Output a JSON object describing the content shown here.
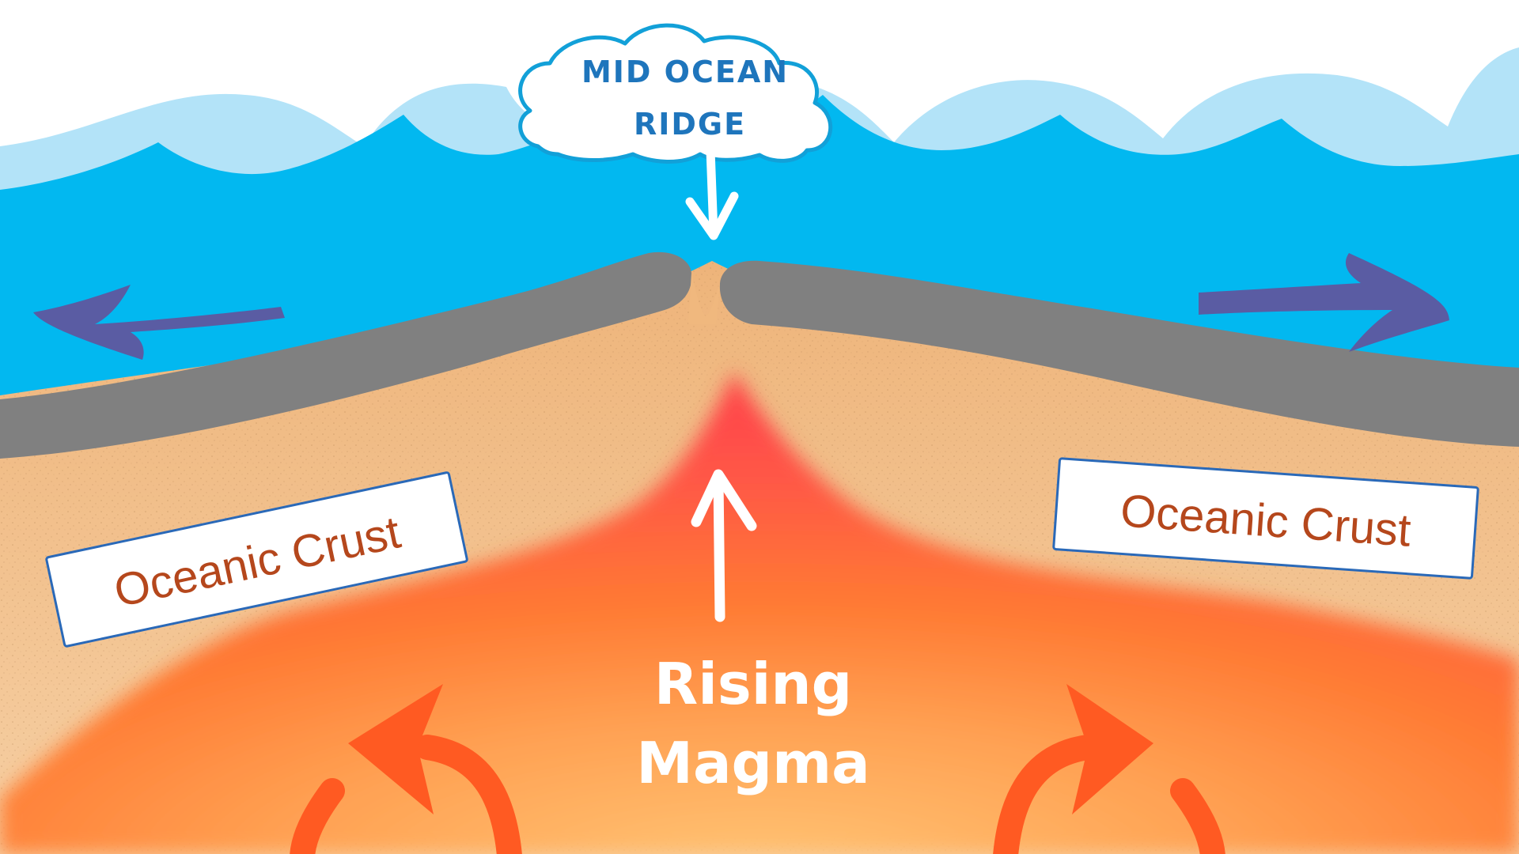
{
  "title_cloud": {
    "line1": "MID OCEAN",
    "line2": "RIDGE"
  },
  "crust_labels": {
    "left": "Oceanic Crust",
    "right": "Oceanic Crust"
  },
  "magma_label": {
    "line1": "Rising",
    "line2": "Magma"
  },
  "icons": {
    "pointer": "arrow-down-icon",
    "spread_left": "arrow-left-icon",
    "spread_right": "arrow-right-icon",
    "magma_up": "arrow-up-icon",
    "convection_left": "curved-arrow-icon",
    "convection_right": "curved-arrow-icon"
  },
  "colors": {
    "sky": "#ffffff",
    "wave_light": "#b3e3f8",
    "ocean": "#02b8f0",
    "crust": "#808080",
    "mantle_sand": "#f0b87e",
    "magma_red": "#ff4f4f",
    "magma_orange": "#ff7a33",
    "magma_yellow": "#ffbd6b",
    "spread_arrow": "#5a5ca3",
    "convection_arrow": "#ff5a22",
    "cloud_border": "#12a0d8",
    "cloud_text": "#1e75bc",
    "crust_text": "#b5471c",
    "label_border": "#2a69b8",
    "magma_text": "#ffffff"
  }
}
